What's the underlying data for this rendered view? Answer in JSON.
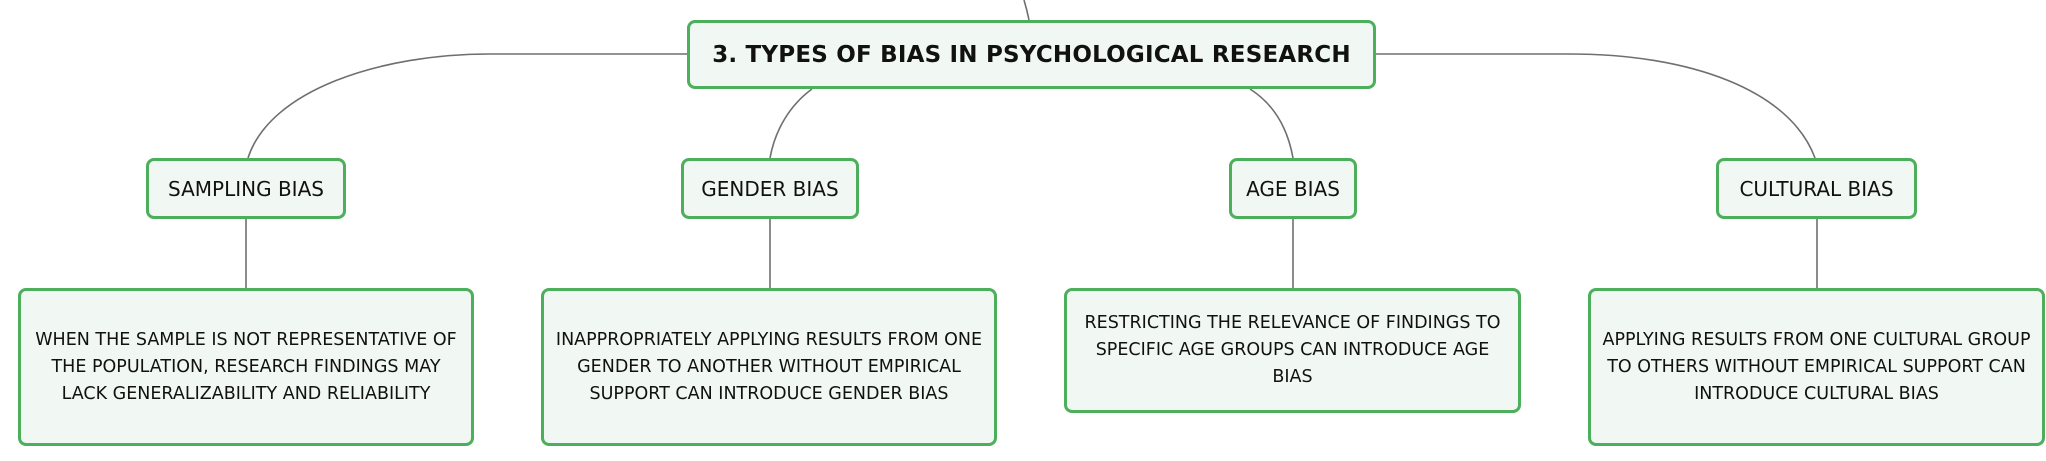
{
  "colors": {
    "node_border": "#4caf5b",
    "node_fill": "#f1f8f3",
    "connector": "#6f6f6f",
    "text": "#111111"
  },
  "root": {
    "title": "3. TYPES OF BIAS IN PSYCHOLOGICAL RESEARCH"
  },
  "categories": [
    {
      "label": "SAMPLING BIAS",
      "description": "WHEN THE SAMPLE IS NOT REPRESENTATIVE OF THE POPULATION, RESEARCH FINDINGS MAY LACK GENERALIZABILITY AND RELIABILITY"
    },
    {
      "label": "GENDER BIAS",
      "description": "INAPPROPRIATELY APPLYING RESULTS FROM ONE GENDER TO ANOTHER WITHOUT EMPIRICAL SUPPORT CAN INTRODUCE GENDER BIAS"
    },
    {
      "label": "AGE BIAS",
      "description": "RESTRICTING THE RELEVANCE OF FINDINGS TO SPECIFIC AGE GROUPS CAN INTRODUCE AGE BIAS"
    },
    {
      "label": "CULTURAL BIAS",
      "description": "APPLYING RESULTS FROM ONE CULTURAL GROUP TO OTHERS WITHOUT EMPIRICAL SUPPORT CAN INTRODUCE CULTURAL BIAS"
    }
  ]
}
